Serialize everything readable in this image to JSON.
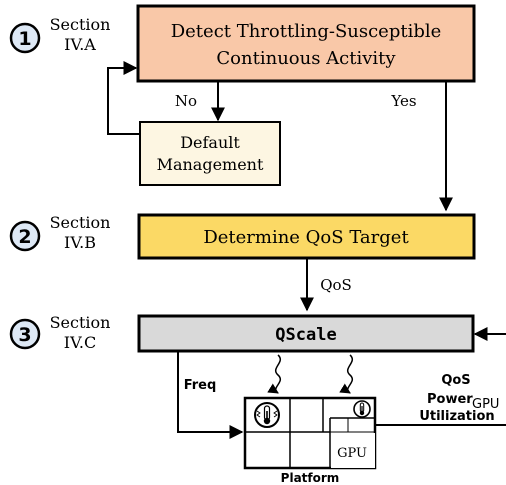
{
  "steps": [
    {
      "number": "1",
      "section_line1": "Section",
      "section_line2": "IV.A",
      "box_line1": "Detect Throttling-Susceptible",
      "box_line2": "Continuous Activity"
    },
    {
      "number": "2",
      "section_line1": "Section",
      "section_line2": "IV.B",
      "box_text": "Determine QoS Target"
    },
    {
      "number": "3",
      "section_line1": "Section",
      "section_line2": "IV.C",
      "box_text": "QScale"
    }
  ],
  "default_box": {
    "line1": "Default",
    "line2": "Management"
  },
  "labels": {
    "no": "No",
    "yes": "Yes",
    "qos": "QoS",
    "freq": "Freq",
    "out_qos": "QoS",
    "out_power": "Power",
    "out_gpu_sub": "GPU",
    "out_util": "Utilization",
    "gpu_block": "GPU",
    "platform": "Platform"
  },
  "colors": {
    "step1_fill": "#f9c8a8",
    "default_fill": "#fdf6e2",
    "step2_fill": "#fbd965",
    "step3_fill": "#d9d9d9",
    "circle_fill": "#dde8f5"
  },
  "icons": [
    "thermometer-icon",
    "thermometer-icon"
  ]
}
